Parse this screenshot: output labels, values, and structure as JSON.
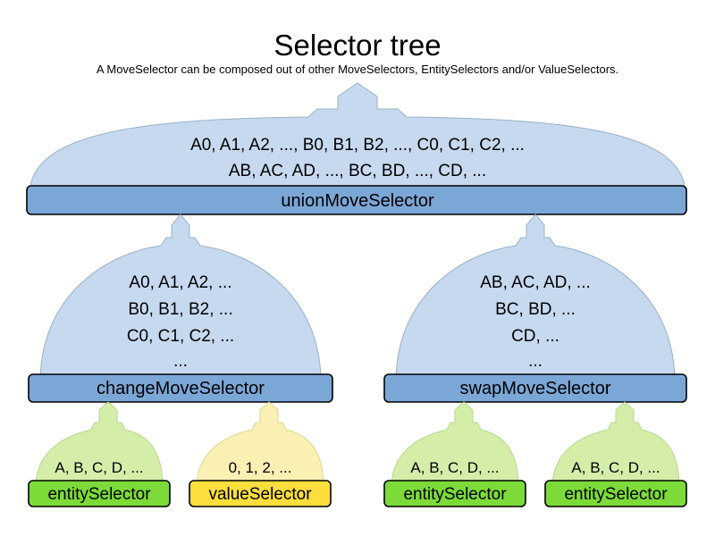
{
  "header": {
    "title": "Selector tree",
    "subtitle": "A MoveSelector can be composed out of other MoveSelectors, EntitySelectors and/or ValueSelectors."
  },
  "colors": {
    "move_body_fill": "#c6d9ef",
    "move_bar_fill": "#7ba7d7",
    "entity_body_fill": "#d4eeaa",
    "entity_bar_fill": "#7cdb38",
    "value_body_fill": "#faf0b4",
    "value_bar_fill": "#fcde3c",
    "outline": "#000000",
    "body_outline": "#9ab0c6",
    "background": "#ffffff",
    "text": "#000000"
  },
  "nodes": {
    "union": {
      "label": "unionMoveSelector",
      "lines": [
        "A0, A1, A2, ..., B0, B1, B2, ..., C0, C1, C2, ...",
        "AB, AC, AD, ..., BC, BD, ..., CD, ..."
      ]
    },
    "change": {
      "label": "changeMoveSelector",
      "lines": [
        "A0, A1, A2, ...",
        "B0, B1, B2, ...",
        "C0, C1, C2, ...",
        "..."
      ]
    },
    "swap": {
      "label": "swapMoveSelector",
      "lines": [
        "AB, AC, AD, ...",
        "BC, BD, ...",
        "CD, ...",
        "..."
      ]
    },
    "leaves": [
      {
        "label": "entitySelector",
        "lines": [
          "A, B, C, D, ..."
        ],
        "kind": "entity"
      },
      {
        "label": "valueSelector",
        "lines": [
          "0, 1, 2, ..."
        ],
        "kind": "value"
      },
      {
        "label": "entitySelector",
        "lines": [
          "A, B, C, D, ..."
        ],
        "kind": "entity"
      },
      {
        "label": "entitySelector",
        "lines": [
          "A, B, C, D, ..."
        ],
        "kind": "entity"
      }
    ]
  }
}
